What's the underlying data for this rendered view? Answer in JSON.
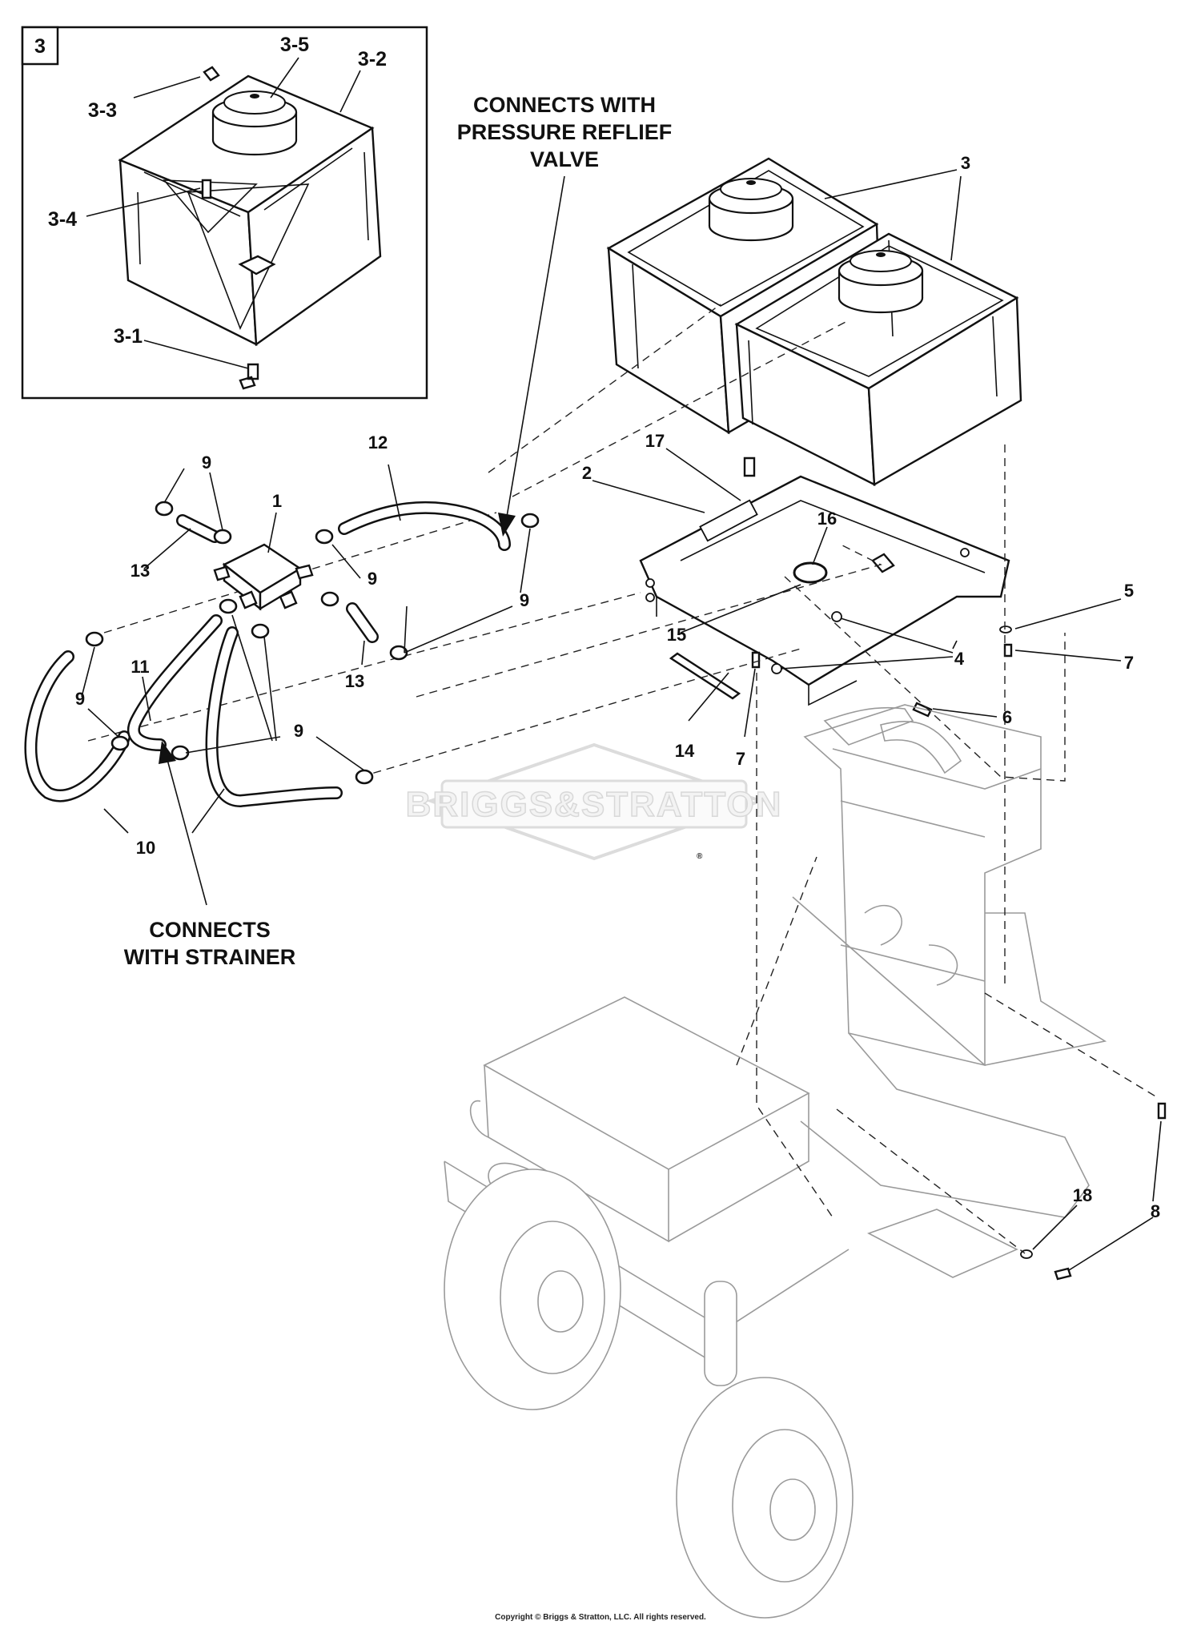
{
  "inset": {
    "badge": "3",
    "labels": {
      "l3_5": "3-5",
      "l3_2": "3-2",
      "l3_3": "3-3",
      "l3_4": "3-4",
      "l3_1": "3-1"
    }
  },
  "callouts": {
    "c1": "1",
    "c2": "2",
    "c3": "3",
    "c4": "4",
    "c5": "5",
    "c6": "6",
    "c7": "7",
    "c8": "8",
    "c9": "9",
    "c10": "10",
    "c11": "11",
    "c12": "12",
    "c13": "13",
    "c14": "14",
    "c15": "15",
    "c16": "16",
    "c17": "17",
    "c18": "18"
  },
  "notes": {
    "relief_line1": "CONNECTS WITH",
    "relief_line2": "PRESSURE REFLIEF",
    "relief_line3": "VALVE",
    "strainer_line1": "CONNECTS",
    "strainer_line2": "WITH STRAINER"
  },
  "watermark": {
    "brand": "BRIGGS&STRATTON",
    "registered": "®"
  },
  "footer": {
    "copyright": "Copyright © Briggs & Stratton, LLC. All rights reserved."
  }
}
